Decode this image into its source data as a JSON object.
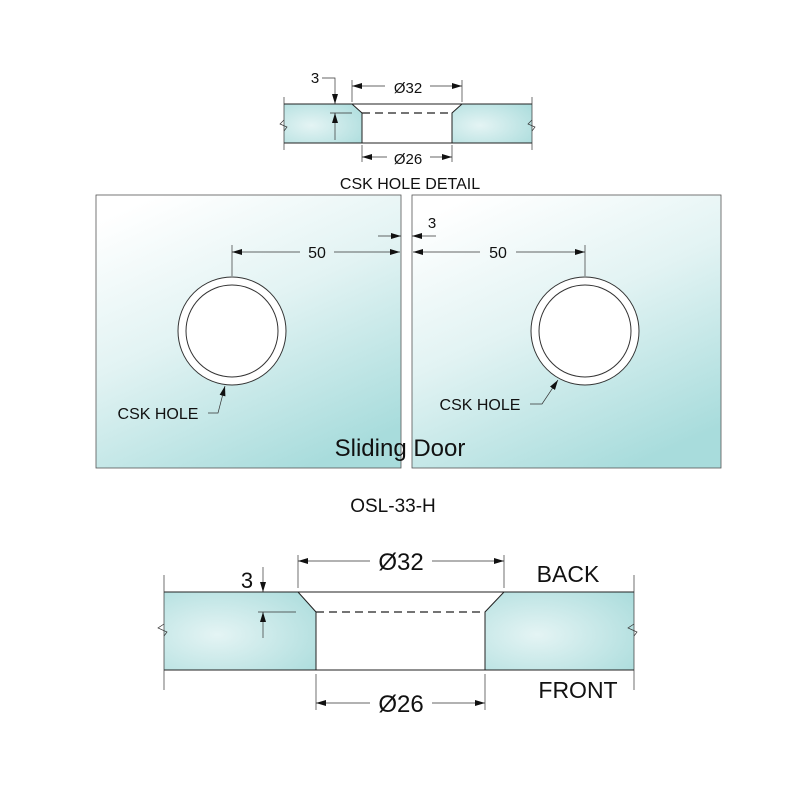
{
  "detail": {
    "title": "CSK HOLE DETAIL",
    "depth": "3",
    "outer_dia": "Ø32",
    "inner_dia": "Ø26"
  },
  "panels": {
    "gap": "3",
    "left_offset": "50",
    "right_offset": "50",
    "left_hole_label": "CSK HOLE",
    "right_hole_label": "CSK HOLE",
    "caption": "Sliding Door"
  },
  "model": "OSL-33-H",
  "section": {
    "depth": "3",
    "outer_dia": "Ø32",
    "inner_dia": "Ø26",
    "back_label": "BACK",
    "front_label": "FRONT"
  },
  "colors": {
    "glass": "#a6dada",
    "glass_light": "#eef8f8"
  }
}
